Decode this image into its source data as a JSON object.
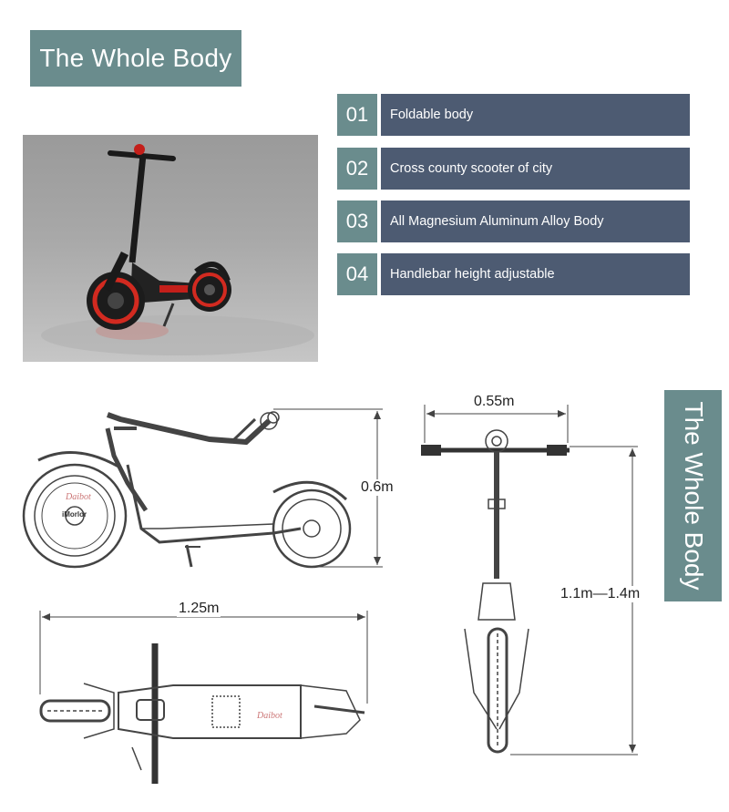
{
  "title": "The Whole Body",
  "side_title": "The Whole Body",
  "features": [
    {
      "num": "01",
      "label": "Foldable body"
    },
    {
      "num": "02",
      "label": "Cross county scooter of city"
    },
    {
      "num": "03",
      "label": "All Magnesium Aluminum Alloy Body"
    },
    {
      "num": "04",
      "label": "Handlebar height adjustable"
    }
  ],
  "dimensions": {
    "height_side": "0.6m",
    "handlebar_width": "0.55m",
    "length": "1.25m",
    "adjustable_height": "1.1m—1.4m"
  },
  "branding": {
    "wheel_brand": "iMorlor",
    "watermark": "Daibot"
  },
  "colors": {
    "teal": "#6a8c8d",
    "navy": "#4d5b72",
    "accent_red": "#d22a20"
  }
}
